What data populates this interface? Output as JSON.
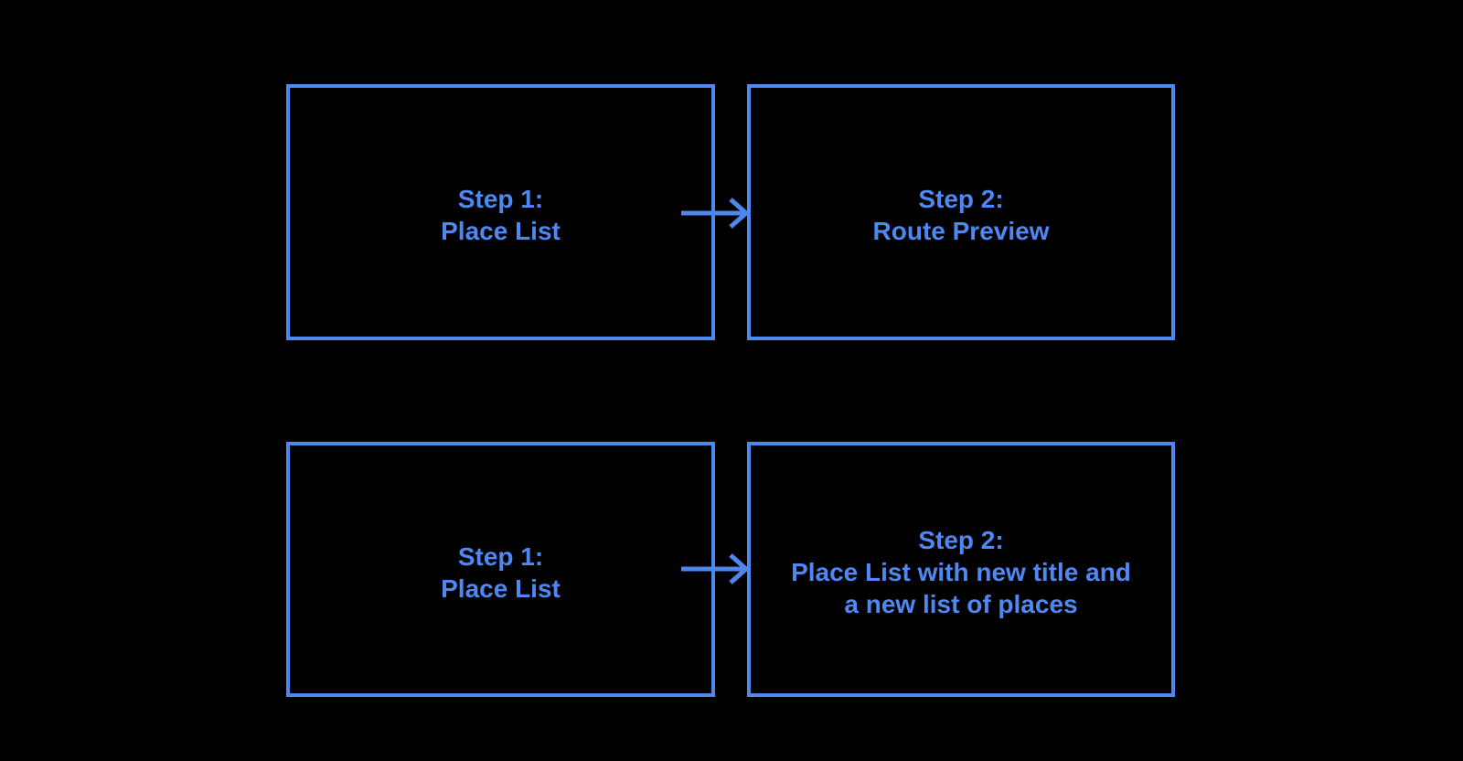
{
  "colors": {
    "background": "#000000",
    "stroke": "#4e87f0",
    "text": "#4f88f2"
  },
  "diagram": {
    "type": "flowchart",
    "rows": [
      {
        "source": {
          "lines": [
            "Step 1:",
            "Place List"
          ]
        },
        "connector": {
          "icon": "right-arrow",
          "direction": "left-to-right"
        },
        "target": {
          "lines": [
            "Step 2:",
            "Route Preview"
          ]
        }
      },
      {
        "source": {
          "lines": [
            "Step 1:",
            "Place List"
          ]
        },
        "connector": {
          "icon": "right-arrow",
          "direction": "left-to-right"
        },
        "target": {
          "lines": [
            "Step 2:",
            "Place List with new title and",
            "a new list of places"
          ]
        }
      }
    ]
  }
}
